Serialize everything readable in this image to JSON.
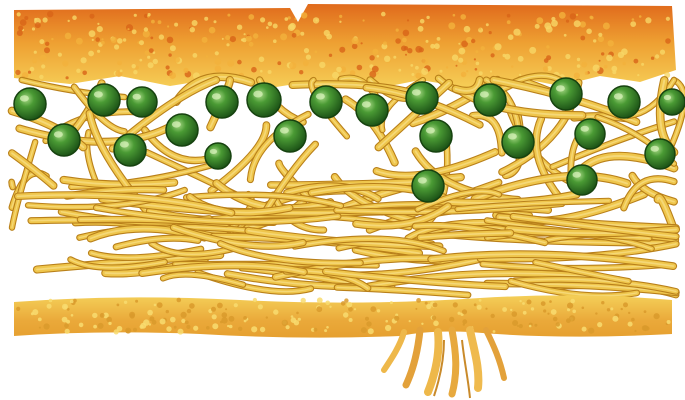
{
  "illustration": {
    "subject": "lichen-cross-section",
    "layers": [
      "upper-cortex",
      "algal-layer",
      "medulla",
      "lower-cortex",
      "rhizines"
    ],
    "colors": {
      "background": "#ffffff",
      "cortex_top": "#e8701a",
      "cortex_mid": "#f0a830",
      "cortex_light": "#f6cf52",
      "hypha_fill": "#efc64c",
      "hypha_edge": "#b9801a",
      "algae_dark": "#1f5d1a",
      "algae_mid": "#3d8d2a",
      "algae_light": "#9bd07a",
      "lower_cortex": "#eeb43a"
    },
    "algal_cell_count": 22
  }
}
